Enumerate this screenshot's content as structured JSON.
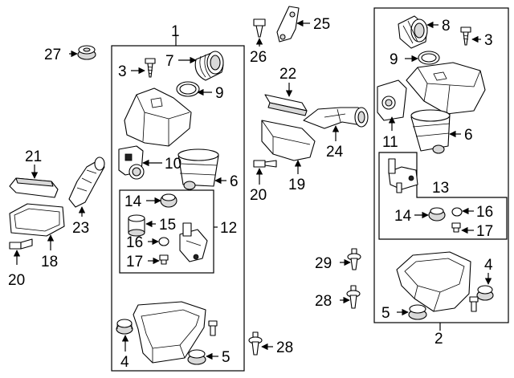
{
  "callouts": {
    "c1": "1",
    "c2": "2",
    "c3a": "3",
    "c3b": "3",
    "c4a": "4",
    "c4b": "4",
    "c5a": "5",
    "c5b": "5",
    "c6a": "6",
    "c6b": "6",
    "c7": "7",
    "c8": "8",
    "c9a": "9",
    "c9b": "9",
    "c10": "10",
    "c11": "11",
    "c12": "12",
    "c13": "13",
    "c14a": "14",
    "c14b": "14",
    "c15": "15",
    "c16a": "16",
    "c16b": "16",
    "c17a": "17",
    "c17b": "17",
    "c18": "18",
    "c19": "19",
    "c20a": "20",
    "c20b": "20",
    "c21": "21",
    "c22": "22",
    "c23": "23",
    "c24": "24",
    "c25": "25",
    "c26": "26",
    "c27": "27",
    "c28a": "28",
    "c28b": "28",
    "c29": "29"
  }
}
